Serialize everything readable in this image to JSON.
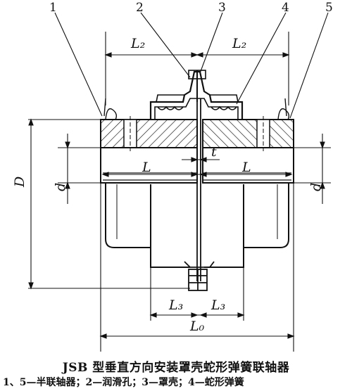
{
  "callouts": {
    "n1": "1",
    "n2": "2",
    "n3": "3",
    "n4": "4",
    "n5": "5"
  },
  "dimensions": {
    "L2_left": "L₂",
    "L2_right": "L₂",
    "L_left": "L",
    "L_right": "L",
    "t": "t",
    "D": "D",
    "d_left": "d",
    "d_right": "d",
    "L3_left": "L₃",
    "L3_right": "L₃",
    "L0": "L₀"
  },
  "caption": {
    "title": "JSB 型垂直方向安装罩壳蛇形弹簧联轴器",
    "legend": "1、5—半联轴器；2—润滑孔；3—罩壳；4—蛇形弹簧"
  }
}
